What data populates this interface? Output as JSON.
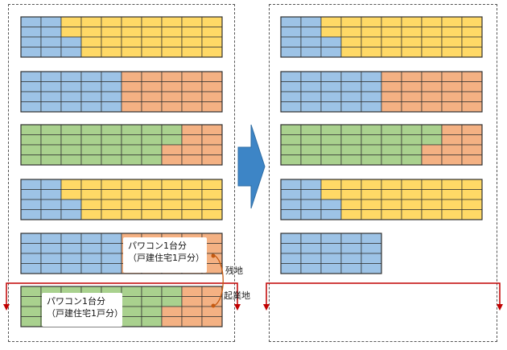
{
  "colors": {
    "blue": "#9dc3e6",
    "yellow": "#ffd966",
    "orange": "#f4b183",
    "green": "#a9d18e",
    "cell_border": "#2f2f2f",
    "arrow_blue": "#3d85c6",
    "marker_red": "#c00000",
    "frame": "#555555",
    "bracket": "#c55a11"
  },
  "legend_meaning": {
    "callout_label": "パワコン1台分",
    "callout_sub": "（戸建住宅1戸分）"
  },
  "left_panel": {
    "callout_1": {
      "line1": "パワコン1台分",
      "line2": "（戸建住宅1戸分）"
    },
    "callout_2": {
      "line1": "パワコン1台分",
      "line2": "（戸建住宅1戸分）"
    },
    "label_remaining": "残地",
    "label_developed": "起業地",
    "rows": [
      {
        "pattern": "blue-yellow-step"
      },
      {
        "pattern": "blue-orange"
      },
      {
        "pattern": "green-orange-step"
      },
      {
        "pattern": "blue-yellow-step"
      },
      {
        "pattern": "blue-orange"
      },
      {
        "pattern": "green-orange-step"
      }
    ]
  },
  "right_panel": {
    "rows": [
      {
        "pattern": "blue-yellow-step"
      },
      {
        "pattern": "blue-orange"
      },
      {
        "pattern": "green-orange-step"
      },
      {
        "pattern": "blue-yellow-step"
      },
      {
        "pattern": "blue-only"
      }
    ]
  },
  "transition_arrow": "shape-right-arrow"
}
